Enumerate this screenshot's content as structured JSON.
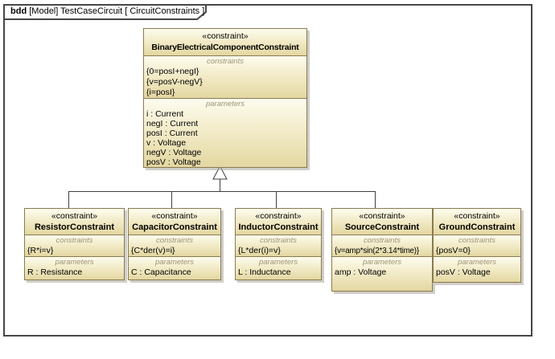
{
  "frame": {
    "keyword": "bdd",
    "title": "[Model] TestCaseCircuit [ CircuitConstraints ]"
  },
  "labels": {
    "constraints": "constraints",
    "parameters": "parameters"
  },
  "parent_block": {
    "stereotype": "«constraint»",
    "name": "BinaryElectricalComponentConstraint",
    "constraints": [
      "{0=posI+negI}",
      "{v=posV-negV}",
      "{i=posI}"
    ],
    "parameters": [
      "i : Current",
      "negI : Current",
      "posI : Current",
      "v : Voltage",
      "negV : Voltage",
      "posV : Voltage"
    ]
  },
  "child_blocks": [
    {
      "stereotype": "«constraint»",
      "name": "ResistorConstraint",
      "constraint": "{R*i=v}",
      "parameter": "R : Resistance"
    },
    {
      "stereotype": "«constraint»",
      "name": "CapacitorConstraint",
      "constraint": "{C*der(v)=i}",
      "parameter": "C : Capacitance"
    },
    {
      "stereotype": "«constraint»",
      "name": "InductorConstraint",
      "constraint": "{L*der(i)=v}",
      "parameter": "L : Inductance"
    },
    {
      "stereotype": "«constraint»",
      "name": "SourceConstraint",
      "constraint": "{v=amp*sin(2*3.14*time)}",
      "parameter": "amp : Voltage"
    },
    {
      "stereotype": "«constraint»",
      "name": "GroundConstraint",
      "constraint": "{posV=0}",
      "parameter": "posV : Voltage"
    }
  ],
  "colors": {
    "block_fill_top": "#fdfcee",
    "block_fill_bottom": "#e3d7a1",
    "block_border": "#8a7a50",
    "shadow": "#aaa69b",
    "connector": "#3f3f3f",
    "frame_border": "#474747",
    "compartment_label": "#9c9474",
    "background": "#ffffff"
  }
}
